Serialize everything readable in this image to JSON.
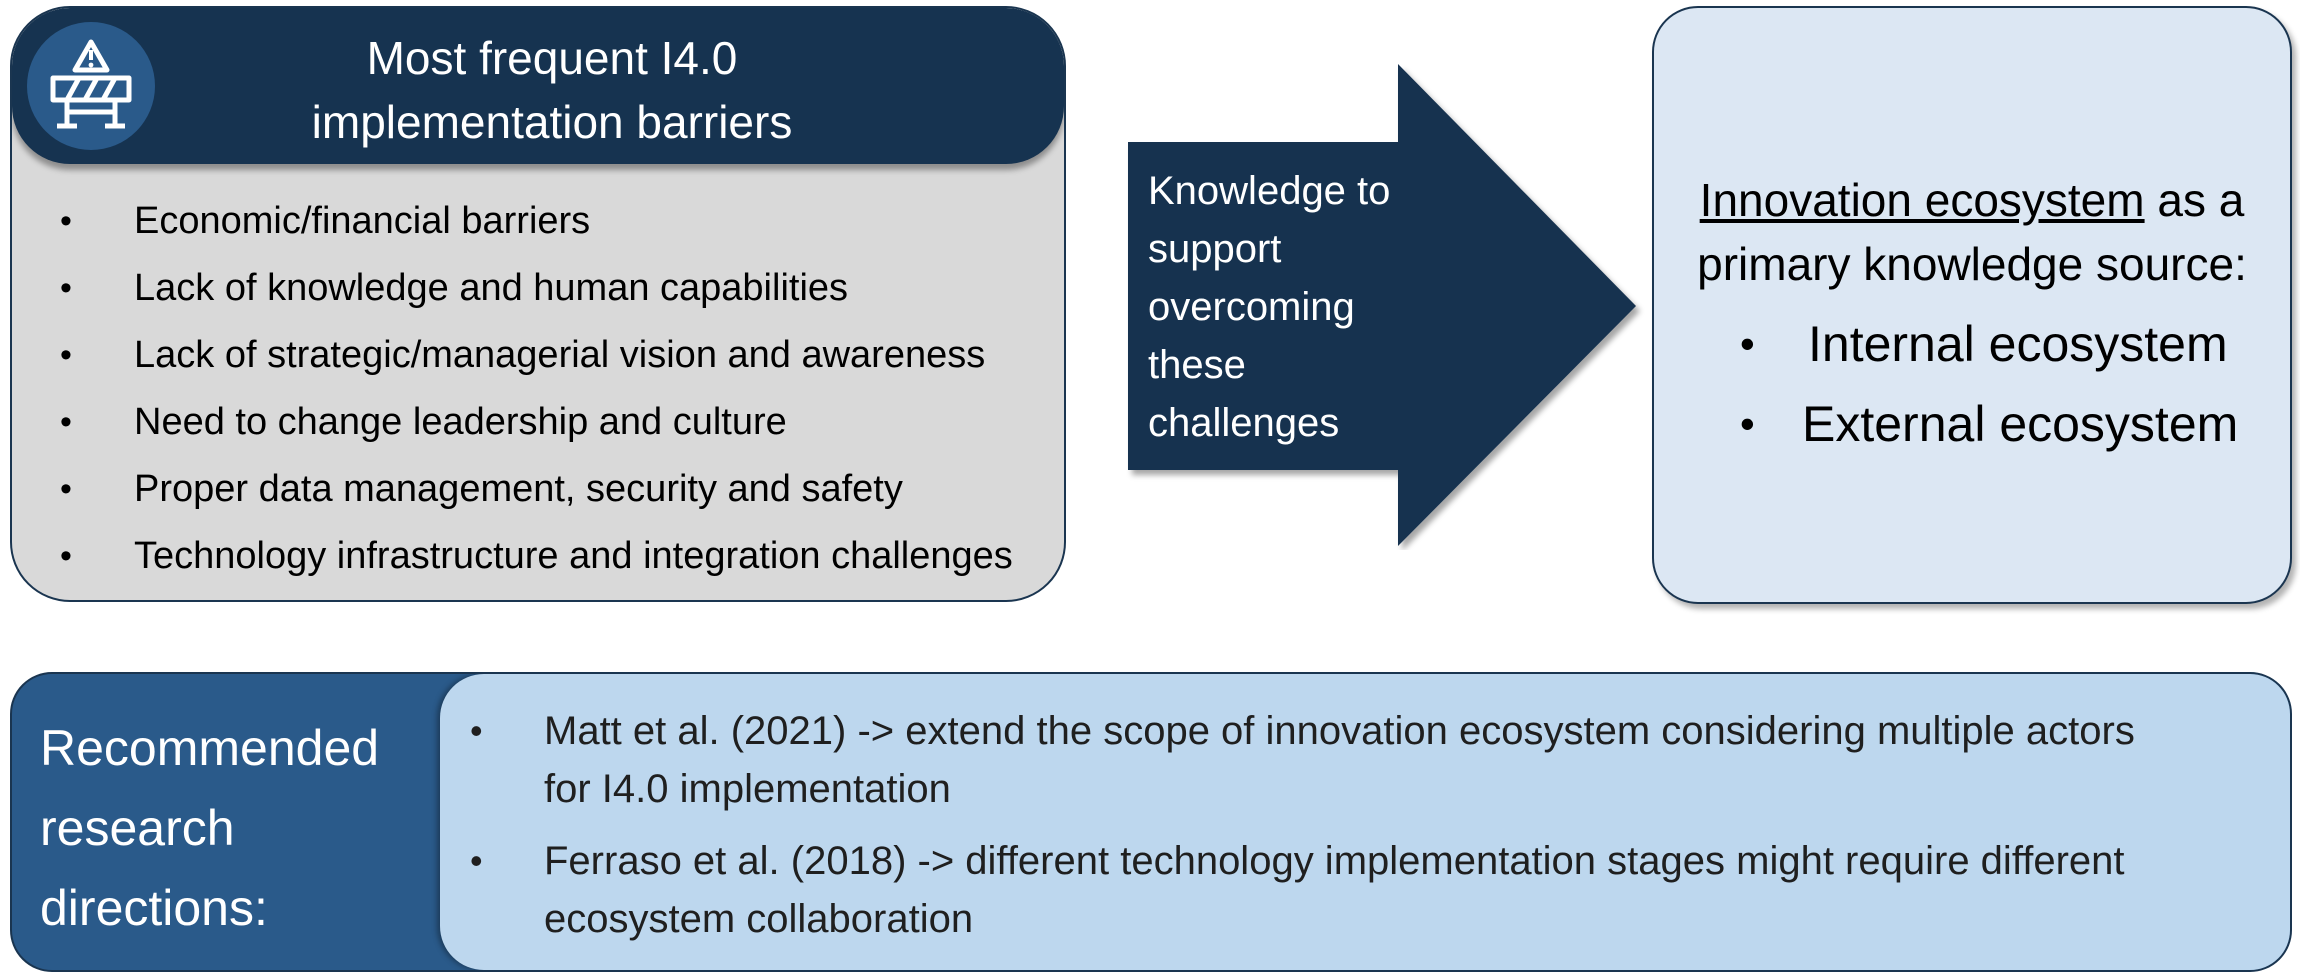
{
  "barriers": {
    "title": "Most frequent I4.0\nimplementation barriers",
    "icon": "road-barrier-icon",
    "items": [
      "Economic/financial barriers",
      "Lack of knowledge and human capabilities",
      "Lack of strategic/managerial vision and awareness",
      "Need to change leadership and culture",
      "Proper data management, security and safety",
      "Technology infrastructure and integration challenges"
    ]
  },
  "arrow": {
    "text": "Knowledge to\nsupport\novercoming\nthese\nchallenges"
  },
  "ecosystem": {
    "heading_underlined": "Innovation ecosystem",
    "heading_rest_line1": " as a",
    "heading_line2": "primary knowledge source:",
    "items": [
      "Internal ecosystem",
      "External ecosystem"
    ]
  },
  "research": {
    "label": "Recommended\nresearch\ndirections:",
    "items": [
      "Matt et al. (2021) -> extend the scope of innovation ecosystem considering multiple actors for I4.0 implementation",
      "Ferraso et al. (2018) -> different technology implementation stages might require different ecosystem collaboration"
    ]
  },
  "colors": {
    "navy": "#163350",
    "mid_blue": "#2a5a8a",
    "light_blue": "#bdd7ee",
    "pale_blue": "#dce7f3",
    "gray": "#d9d9d9"
  }
}
